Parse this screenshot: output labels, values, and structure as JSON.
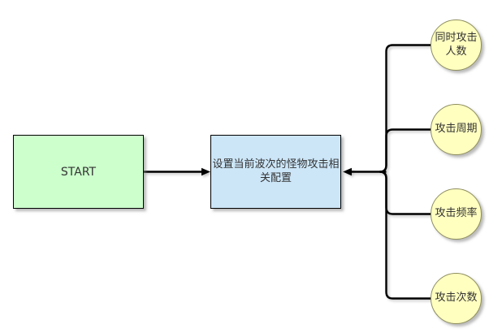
{
  "nodes": {
    "start": {
      "label": "START"
    },
    "process": {
      "label": "设置当前波次的怪物攻击相关配置"
    },
    "configs": [
      {
        "label": "同时攻击人数"
      },
      {
        "label": "攻击周期"
      },
      {
        "label": "攻击频率"
      },
      {
        "label": "攻击次数"
      }
    ]
  },
  "colors": {
    "start_fill": "#ccffcc",
    "process_fill": "#cce6f8",
    "config_fill": "#ffffc0",
    "config_border": "#8e8e5f",
    "node_border": "#000000",
    "connector": "#000000",
    "text": "#333333"
  }
}
